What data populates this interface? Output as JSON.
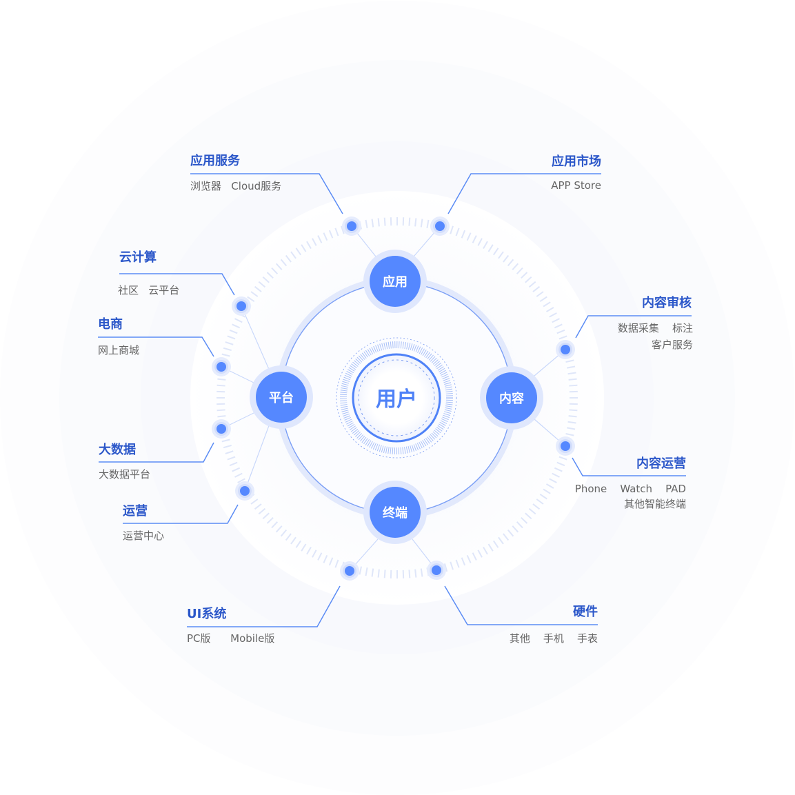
{
  "center": {
    "label": "用户"
  },
  "nodes": {
    "top": "应用",
    "left": "平台",
    "right": "内容",
    "bottom": "终端"
  },
  "groups": {
    "app_service": {
      "title": "应用服务",
      "items": "浏览器   Cloud服务"
    },
    "app_market": {
      "title": "应用市场",
      "items": "APP Store"
    },
    "cloud": {
      "title": "云计算",
      "items": "社区   云平台"
    },
    "ecommerce": {
      "title": "电商",
      "items": "网上商城"
    },
    "bigdata": {
      "title": "大数据",
      "items": "大数据平台"
    },
    "operation": {
      "title": "运营",
      "items": "运营中心"
    },
    "ui_system": {
      "title": "UI系统",
      "items": "PC版      Mobile版"
    },
    "hardware": {
      "title": "硬件",
      "items": "其他    手机    手表"
    },
    "content_review": {
      "title": "内容审核",
      "items_line1": "数据采集    标注",
      "items_line2": "客户服务"
    },
    "content_ops": {
      "title": "内容运营",
      "items_line1": "Phone    Watch    PAD",
      "items_line2": "其他智能终端"
    }
  },
  "colors": {
    "accent": "#5588ff",
    "title": "#2b57c9",
    "line": "#5b8cf5",
    "text": "#666666"
  }
}
